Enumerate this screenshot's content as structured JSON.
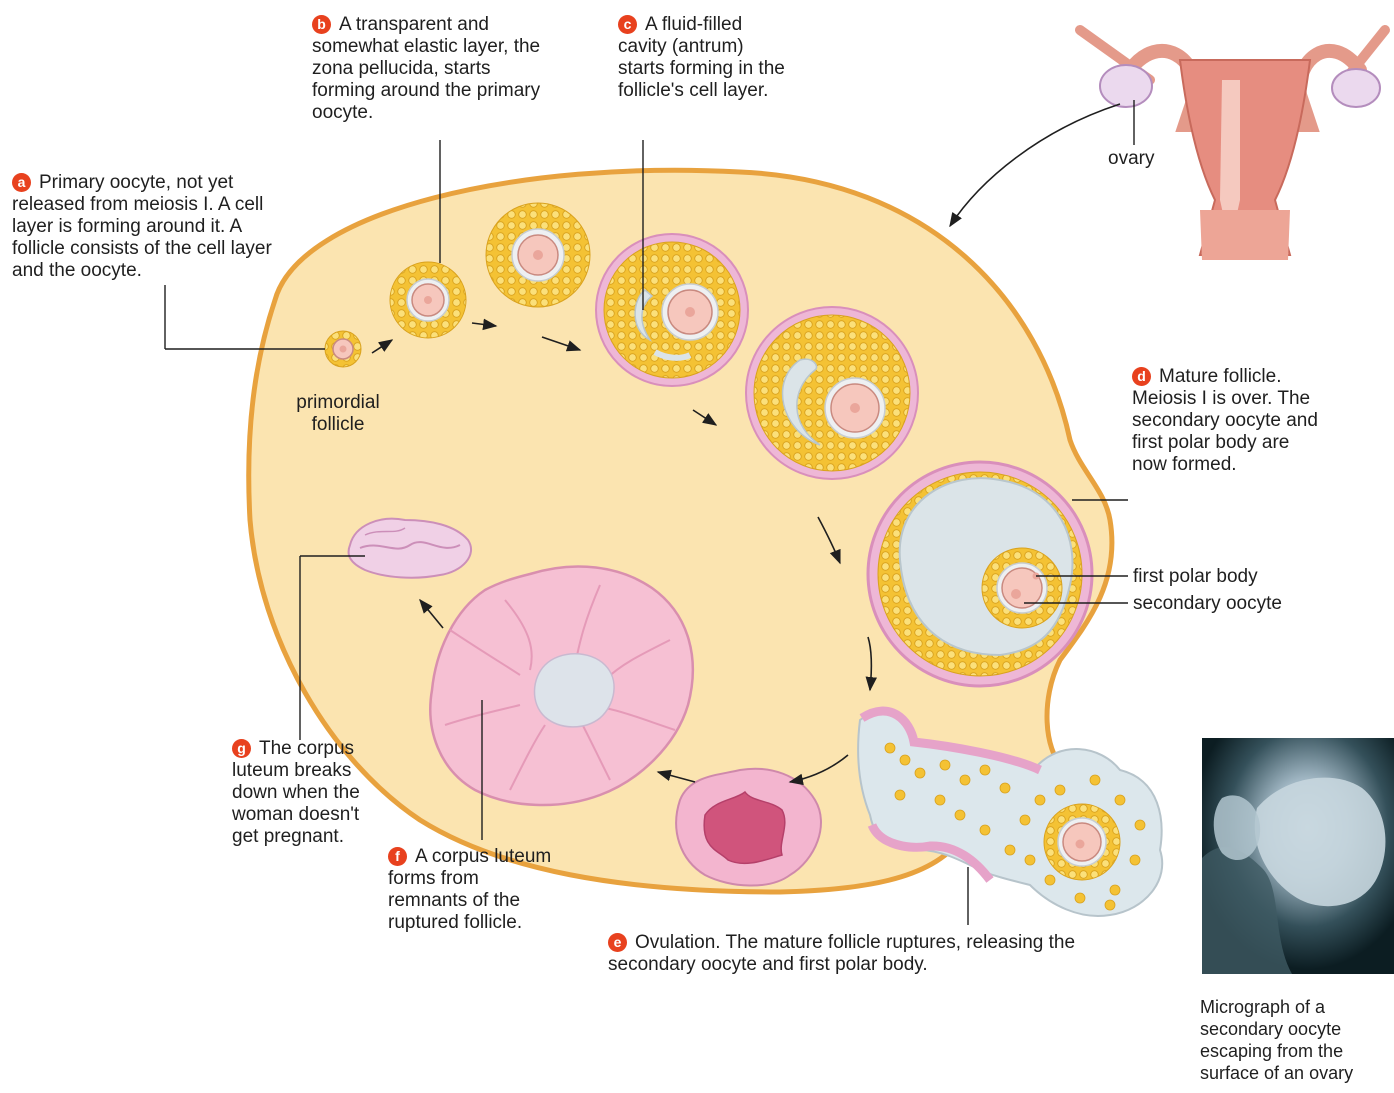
{
  "colors": {
    "ovary_fill": "#fbe4b0",
    "ovary_edge": "#e8a23e",
    "granulosa_yellow": "#f4c234",
    "theca_pink": "#e6a3c9",
    "antrum_blue": "#dbe4e8",
    "oocyte_pink": "#f6c7bd",
    "corpus_luteum_pink": "#f6c0d3",
    "badge_red": "#e8411e",
    "micrograph_dark": "#0c1d22"
  },
  "stages": {
    "a": {
      "badge": "a",
      "text": "Primary oocyte, not yet released from meiosis I. A cell layer is forming around it. A follicle consists of the cell layer and the oocyte."
    },
    "b": {
      "badge": "b",
      "text": "A transparent and somewhat elastic layer, the zona pellucida, starts forming around the primary oocyte."
    },
    "c": {
      "badge": "c",
      "text": "A fluid-filled cavity (antrum) starts forming in the follicle's cell layer."
    },
    "d": {
      "badge": "d",
      "text": "Mature follicle. Meiosis I is over. The secondary oocyte and first polar body are now formed."
    },
    "e": {
      "badge": "e",
      "text": "Ovulation. The mature follicle ruptures, releasing the secondary oocyte and first polar body."
    },
    "f": {
      "badge": "f",
      "text": "A corpus luteum forms from remnants of the ruptured follicle."
    },
    "g": {
      "badge": "g",
      "text": "The corpus luteum breaks down when the woman doesn't get pregnant."
    }
  },
  "labels": {
    "ovary": "ovary",
    "primordial_follicle": "primordial\nfollicle",
    "first_polar_body": "first polar body",
    "secondary_oocyte": "secondary oocyte"
  },
  "micrograph": {
    "caption": "Micrograph of a secondary oocyte escaping from the surface of an ovary"
  }
}
